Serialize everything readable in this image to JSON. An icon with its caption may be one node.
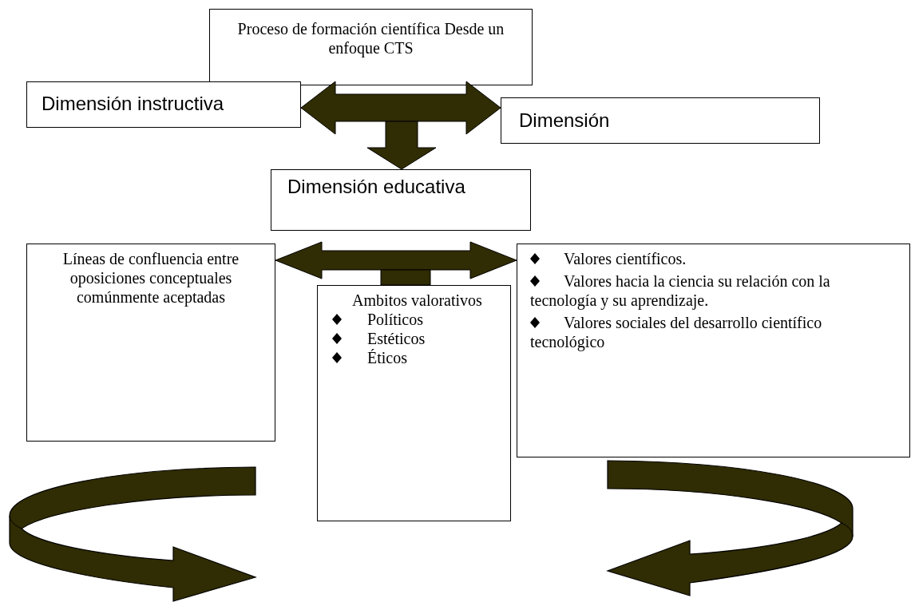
{
  "diagram": {
    "nodes": [
      {
        "text": [
          "Proceso de formación científica Desde un enfoque CTS"
        ]
      },
      {
        "text": [
          "Dimensión instructiva"
        ]
      },
      {
        "text": [
          "Dimensión"
        ]
      },
      {
        "text": [
          "Dimensión educativa"
        ]
      },
      {
        "text": [
          "Líneas de confluencia entre oposiciones conceptuales comúnmente aceptadas"
        ]
      },
      {
        "text": [
          "Ambitos valorativos",
          "Políticos",
          "Estéticos",
          "Éticos"
        ]
      },
      {
        "text": [
          "Valores científicos.",
          "Valores hacia la ciencia su relación con la tecnología y su aprendizaje.",
          "Valores sociales del desarrollo científico tecnológico"
        ]
      }
    ],
    "edges": [
      {
        "from": 1,
        "to": 2,
        "arrow": "both"
      },
      {
        "from": null,
        "to": 3,
        "arrow": "to"
      },
      {
        "from": 4,
        "to": 6,
        "arrow": "both"
      },
      {
        "from": null,
        "to": 5,
        "arrow": "none"
      }
    ]
  }
}
